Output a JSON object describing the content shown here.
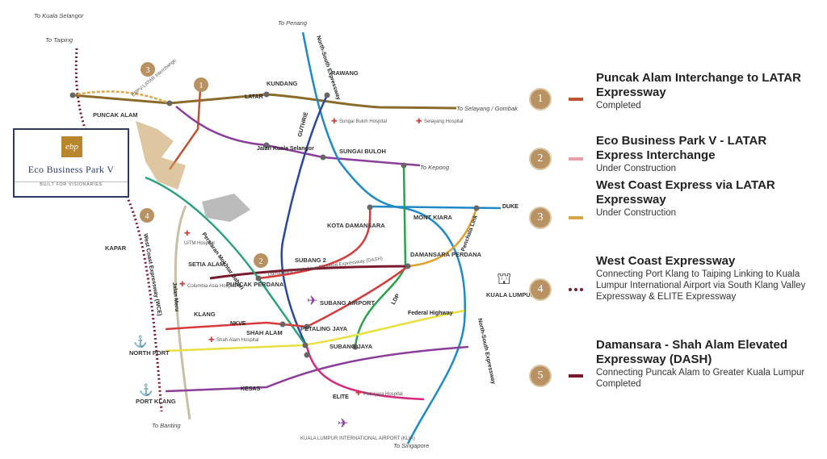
{
  "places": {
    "kuala_selangor": "To Kuala Selangor",
    "taiping": "To Taiping",
    "penang": "To Penang",
    "rawang": "RAWANG",
    "kundang": "KUNDANG",
    "latar": "LATAR",
    "puncak_alam": "PUNCAK ALAM",
    "selayang_gombak": "To Selayang / Gombak",
    "sungai_buloh_hospital": "Sungai Buloh Hospital",
    "selayang_hospital": "Selayang Hospital",
    "jalan_kuala_selangor": "Jalan Kuala Selangor",
    "sungai_buloh": "SUNGAI BULOH",
    "kepong": "To Kepong",
    "guthrie": "GUTHRIE",
    "north_south_expressway": "North-South Expressway",
    "eco_latar_interchange": "EBPV-LATAR Interchange",
    "duke": "DUKE",
    "mont_kiara": "MONT KIARA",
    "kota_damansara": "KOTA DAMANSARA",
    "penchala_link": "Penchala Link",
    "damansara_perdana": "DAMANSARA PERDANA",
    "kapar": "KAPAR",
    "persiaran": "Persiaran Mokhtar Dahari",
    "uitm": "UiTM Hospital",
    "setia_alam": "SETIA ALAM",
    "subang2": "SUBANG 2",
    "dash": "Damansara-Shah Alam Elevated Expressway (DASH)",
    "ldp": "LDP",
    "puncak_perdana": "PUNCAK PERDANA",
    "columbia": "Columbia Asia Hospital",
    "subang_airport": "SUBANG AIRPORT",
    "kuala_lumpur": "KUALA LUMPUR",
    "wce": "West Coast Expressway (WCE)",
    "klang": "KLANG",
    "jalan_meru": "Jalan Meru",
    "nkve": "NKVE",
    "federal_highway": "Federal Highway",
    "shah_alam": "SHAH ALAM",
    "petaling_jaya": "PETALING JAYA",
    "shah_alam_hospital": "Shah Alam Hospital",
    "north_port": "NORTH PORT",
    "subang_jaya": "SUBANG JAYA",
    "north_south_expressway_2": "North-South Expressway",
    "kesas": "KESAS",
    "putrajaya_hospital": "Putrajaya Hospital",
    "port_klang": "PORT KLANG",
    "elite": "ELITE",
    "banting": "To Banting",
    "klia": "KUALA LUMPUR INTERNATIONAL AIRPORT (KLIA)",
    "singapore": "To Singapore"
  },
  "logo": {
    "mark": "ebp",
    "name": "Eco Business Park V",
    "tagline": "BUILT FOR VISIONARIES"
  },
  "map_badges": [
    "1",
    "2",
    "3",
    "4"
  ],
  "colors": {
    "latar": "#c0532f",
    "eco_interchange": "#e8a0a8",
    "wce_latar": "#d8a84a",
    "wce": "#7a1a2e",
    "dash": "#7a1a2e",
    "badge": "#b99263"
  },
  "legend": [
    {
      "number": "1",
      "title": "Puncak Alam Interchange to LATAR Expressway",
      "desc": "Completed"
    },
    {
      "number": "2",
      "title": "Eco Business Park V - LATAR Express Interchange",
      "desc": "Under Construction"
    },
    {
      "number": "3",
      "title": "West Coast Express via LATAR Expressway",
      "desc": "Under Construction"
    },
    {
      "number": "4",
      "title": "West Coast Expressway",
      "desc": "Connecting Port Klang to Taiping Linking to Kuala Lumpur International Airport via South Klang Valley Expressway & ELITE Expressway"
    },
    {
      "number": "5",
      "title": "Damansara - Shah Alam Elevated Expressway (DASH)",
      "desc": "Connecting Puncak Alam to Greater Kuala Lumpur Completed"
    }
  ]
}
